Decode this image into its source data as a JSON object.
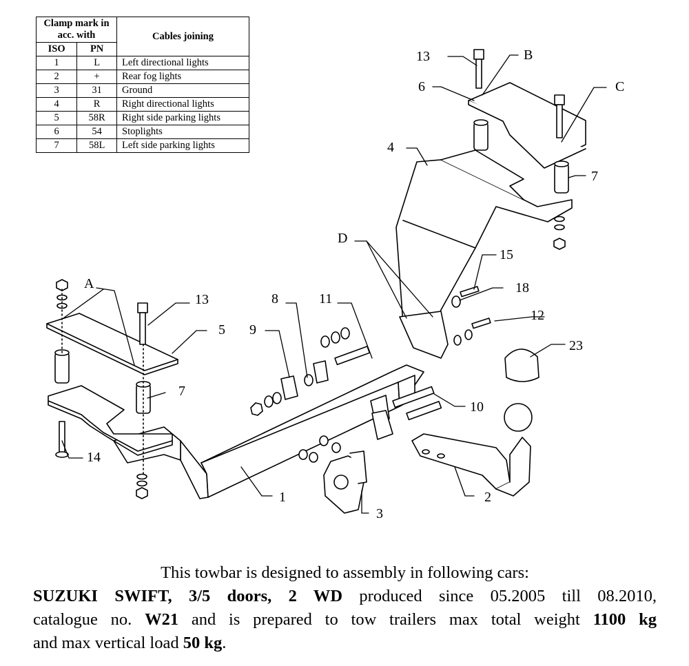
{
  "table": {
    "header_clamp": "Clamp mark in acc. with",
    "header_cables": "Cables joining",
    "col_iso": "ISO",
    "col_pn": "PN",
    "rows": [
      {
        "iso": "1",
        "pn": "L",
        "desc": "Left directional lights"
      },
      {
        "iso": "2",
        "pn": "+",
        "desc": "Rear fog lights"
      },
      {
        "iso": "3",
        "pn": "31",
        "desc": "Ground"
      },
      {
        "iso": "4",
        "pn": "R",
        "desc": "Right directional lights"
      },
      {
        "iso": "5",
        "pn": "58R",
        "desc": "Right side parking lights"
      },
      {
        "iso": "6",
        "pn": "54",
        "desc": "Stoplights"
      },
      {
        "iso": "7",
        "pn": "58L",
        "desc": "Left side parking lights"
      }
    ]
  },
  "labels": {
    "A": "A",
    "B": "B",
    "C": "C",
    "D": "D",
    "p1": "1",
    "p2": "2",
    "p3": "3",
    "p4": "4",
    "p5": "5",
    "p6": "6",
    "p7a": "7",
    "p7b": "7",
    "p8": "8",
    "p9": "9",
    "p10": "10",
    "p11": "11",
    "p12": "12",
    "p13a": "13",
    "p13b": "13",
    "p14": "14",
    "p15": "15",
    "p18": "18",
    "p23": "23"
  },
  "info": {
    "line1": "This towbar is designed to assembly in following cars:",
    "car_model": "SUZUKI SWIFT, 3/5 doors, 2 WD",
    "produced": " produced since 05.2005 till 08.2010,",
    "catalogue_prefix": "catalogue no. ",
    "catalogue_no": "W21",
    "tow_text": " and is prepared to tow trailers max total weight ",
    "max_weight": "1100 kg",
    "vertical_text": "and max vertical load ",
    "max_vertical": "50 kg",
    "end": "."
  }
}
